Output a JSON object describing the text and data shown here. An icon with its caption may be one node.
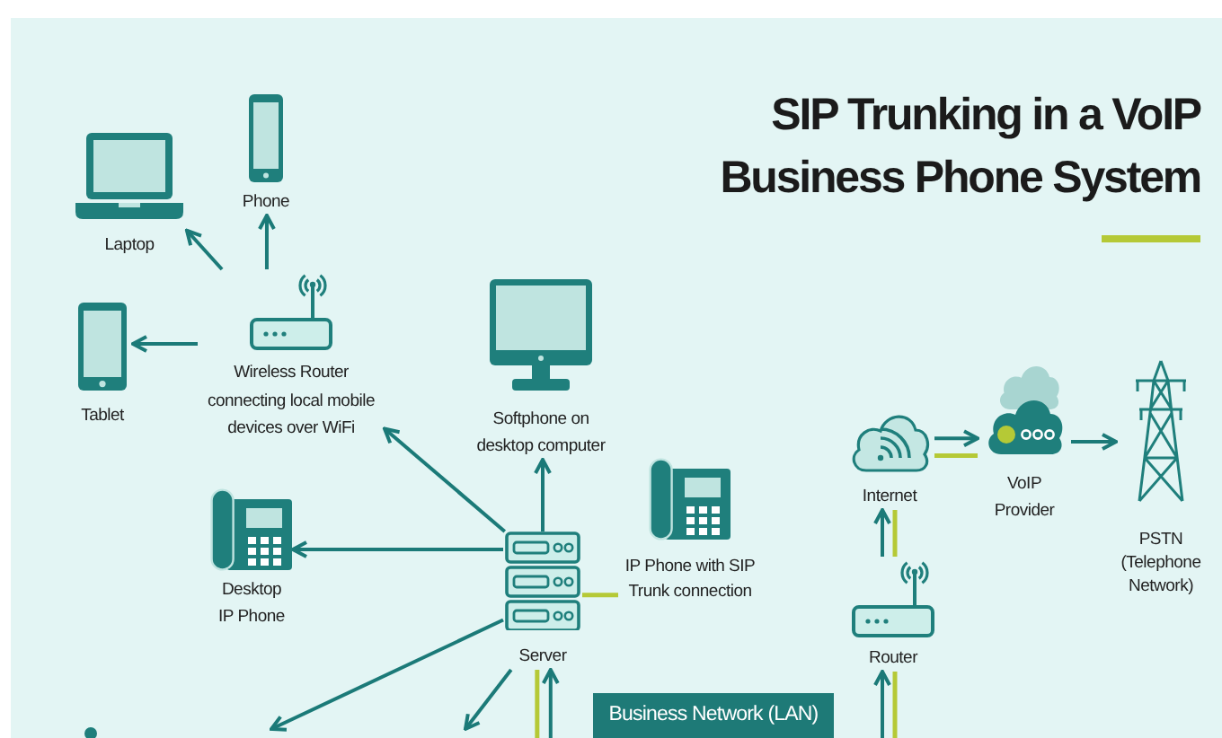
{
  "diagram": {
    "title": "SIP Trunking in a VoIP Business Phone System",
    "nodes": [
      {
        "text": [
          "Laptop"
        ]
      },
      {
        "text": [
          "Phone"
        ]
      },
      {
        "text": [
          "Tablet"
        ]
      },
      {
        "text": [
          "Wireless Router connecting local mobile devices over WiFi"
        ]
      },
      {
        "text": [
          "Softphone on desktop computer"
        ]
      },
      {
        "text": [
          "Desktop IP Phone"
        ]
      },
      {
        "text": [
          "Server"
        ]
      },
      {
        "text": [
          "IP Phone with SIP Trunk connection"
        ]
      },
      {
        "text": [
          "Internet"
        ]
      },
      {
        "text": [
          "VoIP Provider"
        ]
      },
      {
        "text": [
          "PSTN (Telephone Network)"
        ]
      },
      {
        "text": [
          "Router"
        ]
      },
      {
        "text": [
          "Business Network (LAN)"
        ]
      }
    ],
    "edges": [
      {
        "from": 3,
        "to": 0,
        "arrow": "to"
      },
      {
        "from": 3,
        "to": 1,
        "arrow": "to"
      },
      {
        "from": 3,
        "to": 2,
        "arrow": "to"
      },
      {
        "from": 6,
        "to": 3,
        "arrow": "to"
      },
      {
        "from": 6,
        "to": 4,
        "arrow": "to"
      },
      {
        "from": 6,
        "to": 5,
        "arrow": "to"
      },
      {
        "from": 6,
        "to": 7,
        "arrow": "none",
        "color": "#b5c936"
      },
      {
        "from": 6,
        "to": null,
        "arrow": "to"
      },
      {
        "from": 6,
        "to": null,
        "arrow": "to"
      },
      {
        "from": null,
        "to": 6,
        "arrow": "to"
      },
      {
        "from": 6,
        "to": null,
        "arrow": "none",
        "color": "#b5c936"
      },
      {
        "from": 11,
        "to": 8,
        "arrow": "to"
      },
      {
        "from": 11,
        "to": 8,
        "arrow": "none",
        "color": "#b5c936"
      },
      {
        "from": 8,
        "to": 9,
        "arrow": "to"
      },
      {
        "from": 8,
        "to": 9,
        "arrow": "none",
        "color": "#b5c936"
      },
      {
        "from": 9,
        "to": 10,
        "arrow": "to"
      },
      {
        "from": null,
        "to": 11,
        "arrow": "to"
      },
      {
        "from": 11,
        "to": null,
        "arrow": "none",
        "color": "#b5c936"
      }
    ]
  }
}
